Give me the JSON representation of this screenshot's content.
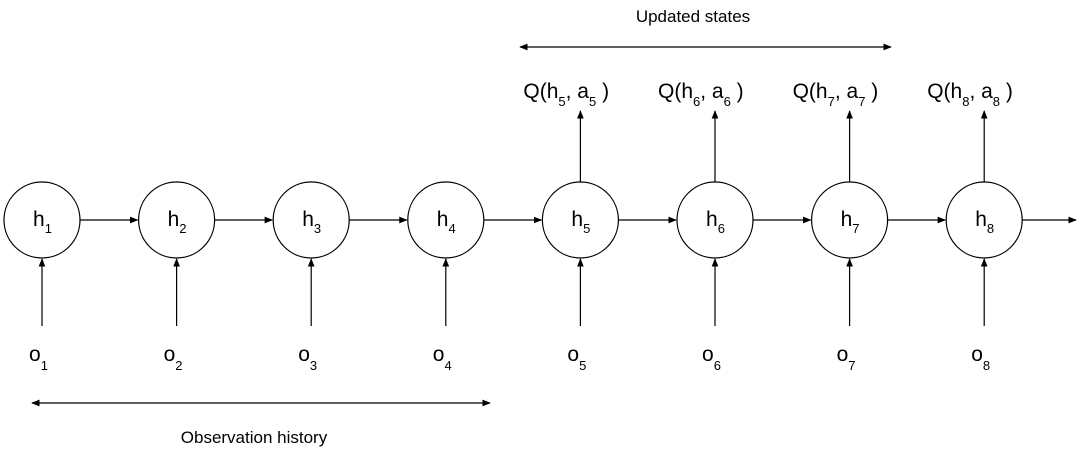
{
  "diagram": {
    "top_caption": "Updated states",
    "bottom_caption": "Observation history",
    "nodes": [
      {
        "base": "h",
        "sub": "1",
        "obs_base": "o",
        "obs_sub": "1"
      },
      {
        "base": "h",
        "sub": "2",
        "obs_base": "o",
        "obs_sub": "2"
      },
      {
        "base": "h",
        "sub": "3",
        "obs_base": "o",
        "obs_sub": "3"
      },
      {
        "base": "h",
        "sub": "4",
        "obs_base": "o",
        "obs_sub": "4"
      },
      {
        "base": "h",
        "sub": "5",
        "obs_base": "o",
        "obs_sub": "5",
        "q": {
          "prefix": "Q(h",
          "h_sub": "5",
          "mid": ", a",
          "a_sub": "5",
          "suffix": " )"
        }
      },
      {
        "base": "h",
        "sub": "6",
        "obs_base": "o",
        "obs_sub": "6",
        "q": {
          "prefix": "Q(h",
          "h_sub": "6",
          "mid": ", a",
          "a_sub": "6",
          "suffix": " )"
        }
      },
      {
        "base": "h",
        "sub": "7",
        "obs_base": "o",
        "obs_sub": "7",
        "q": {
          "prefix": "Q(h",
          "h_sub": "7",
          "mid": ", a",
          "a_sub": "7",
          "suffix": " )"
        }
      },
      {
        "base": "h",
        "sub": "8",
        "obs_base": "o",
        "obs_sub": "8",
        "q": {
          "prefix": "Q(h",
          "h_sub": "8",
          "mid": ", a",
          "a_sub": "8",
          "suffix": " )"
        }
      }
    ]
  },
  "colors": {
    "stroke": "#000000",
    "background": "#ffffff"
  }
}
